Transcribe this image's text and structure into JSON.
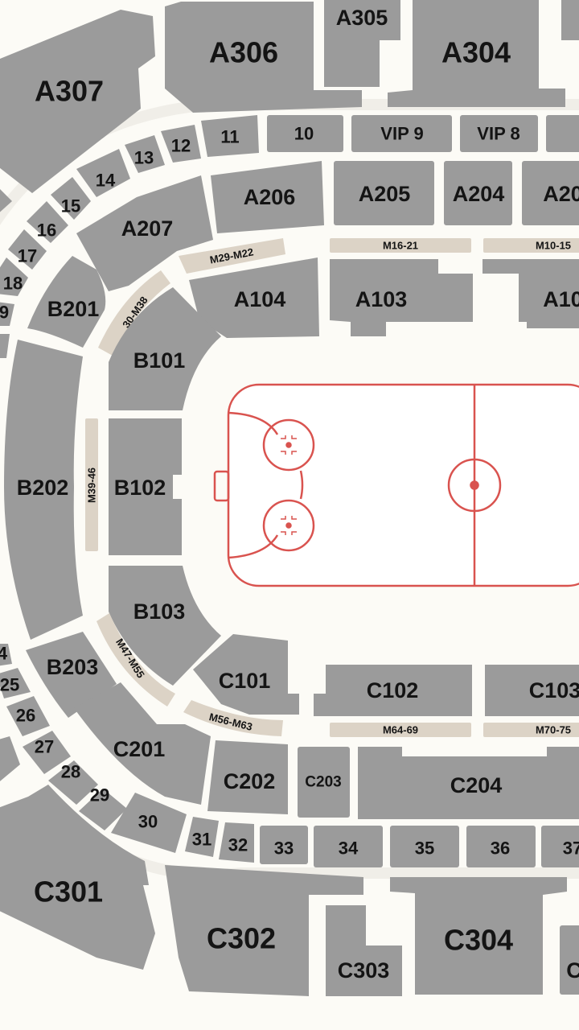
{
  "colors": {
    "section": "#9b9b9b",
    "background": "#fcfbf6",
    "walkway": "#f0eee8",
    "marker": "#dcd3c6",
    "rink_line": "#d9534f",
    "rink_fill": "#ffffff",
    "label": "#141414"
  },
  "sections": {
    "A307": "A307",
    "A306": "A306",
    "A305": "A305",
    "A304": "A304",
    "s10": "10",
    "s11": "11",
    "s12": "12",
    "s13": "13",
    "s14": "14",
    "s15": "15",
    "s16": "16",
    "s17": "17",
    "s18": "18",
    "s19": "9",
    "VIP9": "VIP 9",
    "VIP8": "VIP 8",
    "A207": "A207",
    "A206": "A206",
    "A205": "A205",
    "A204": "A204",
    "A203": "A20",
    "A104": "A104",
    "A103": "A103",
    "A102": "A10",
    "B201": "B201",
    "B202": "B202",
    "B203": "B203",
    "B101": "B101",
    "B102": "B102",
    "B103": "B103",
    "C101": "C101",
    "C102": "C102",
    "C103": "C103",
    "C201": "C201",
    "C202": "C202",
    "C203": "C203",
    "C204": "C204",
    "s24": "4",
    "s25": "25",
    "s26": "26",
    "s27": "27",
    "s28": "28",
    "s29": "29",
    "s30": "30",
    "s31": "31",
    "s32": "32",
    "s33": "33",
    "s34": "34",
    "s35": "35",
    "s36": "36",
    "s37": "37",
    "C301": "C301",
    "C302": "C302",
    "C303": "C303",
    "C304": "C304",
    "C305": "C"
  },
  "markers": {
    "m1621": "M16-21",
    "m1015": "M10-15",
    "m2229": "M29-M22",
    "m3038": "30-M38",
    "m3946": "M39-46",
    "m4755": "M47-M55",
    "m5663": "M56-M63",
    "m6469": "M64-69",
    "m7075": "M70-75"
  },
  "rink": {}
}
